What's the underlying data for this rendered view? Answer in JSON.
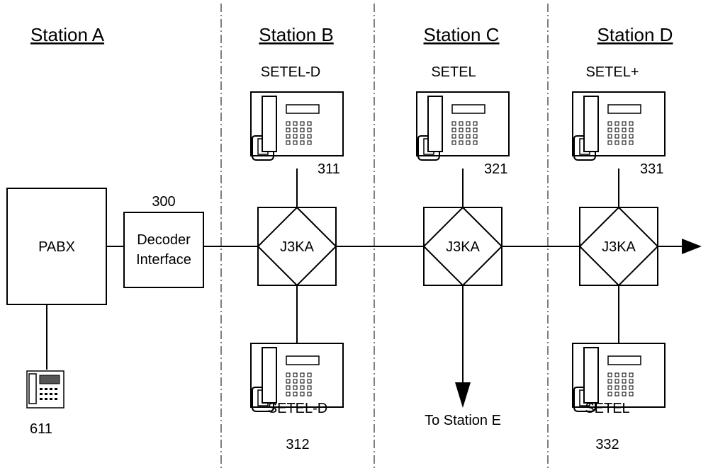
{
  "stations": [
    {
      "title": "Station A"
    },
    {
      "title": "Station B"
    },
    {
      "title": "Station C"
    },
    {
      "title": "Station D"
    }
  ],
  "pabx": {
    "label": "PABX"
  },
  "decoder": {
    "ref": "300",
    "line1": "Decoder",
    "line2": "Interface"
  },
  "phone_a": {
    "ref": "611"
  },
  "nodes": [
    {
      "label": "J3KA"
    },
    {
      "label": "J3KA"
    },
    {
      "label": "J3KA"
    }
  ],
  "phones": {
    "b_top": {
      "type": "SETEL-D",
      "ref": "311"
    },
    "b_bottom": {
      "type": "SETEL-D",
      "ref": "312"
    },
    "c_top": {
      "type": "SETEL",
      "ref": "321"
    },
    "d_top": {
      "type": "SETEL+",
      "ref": "331"
    },
    "d_bottom": {
      "type": "SETEL",
      "ref": "332"
    }
  },
  "to_station_e": "To Station E"
}
